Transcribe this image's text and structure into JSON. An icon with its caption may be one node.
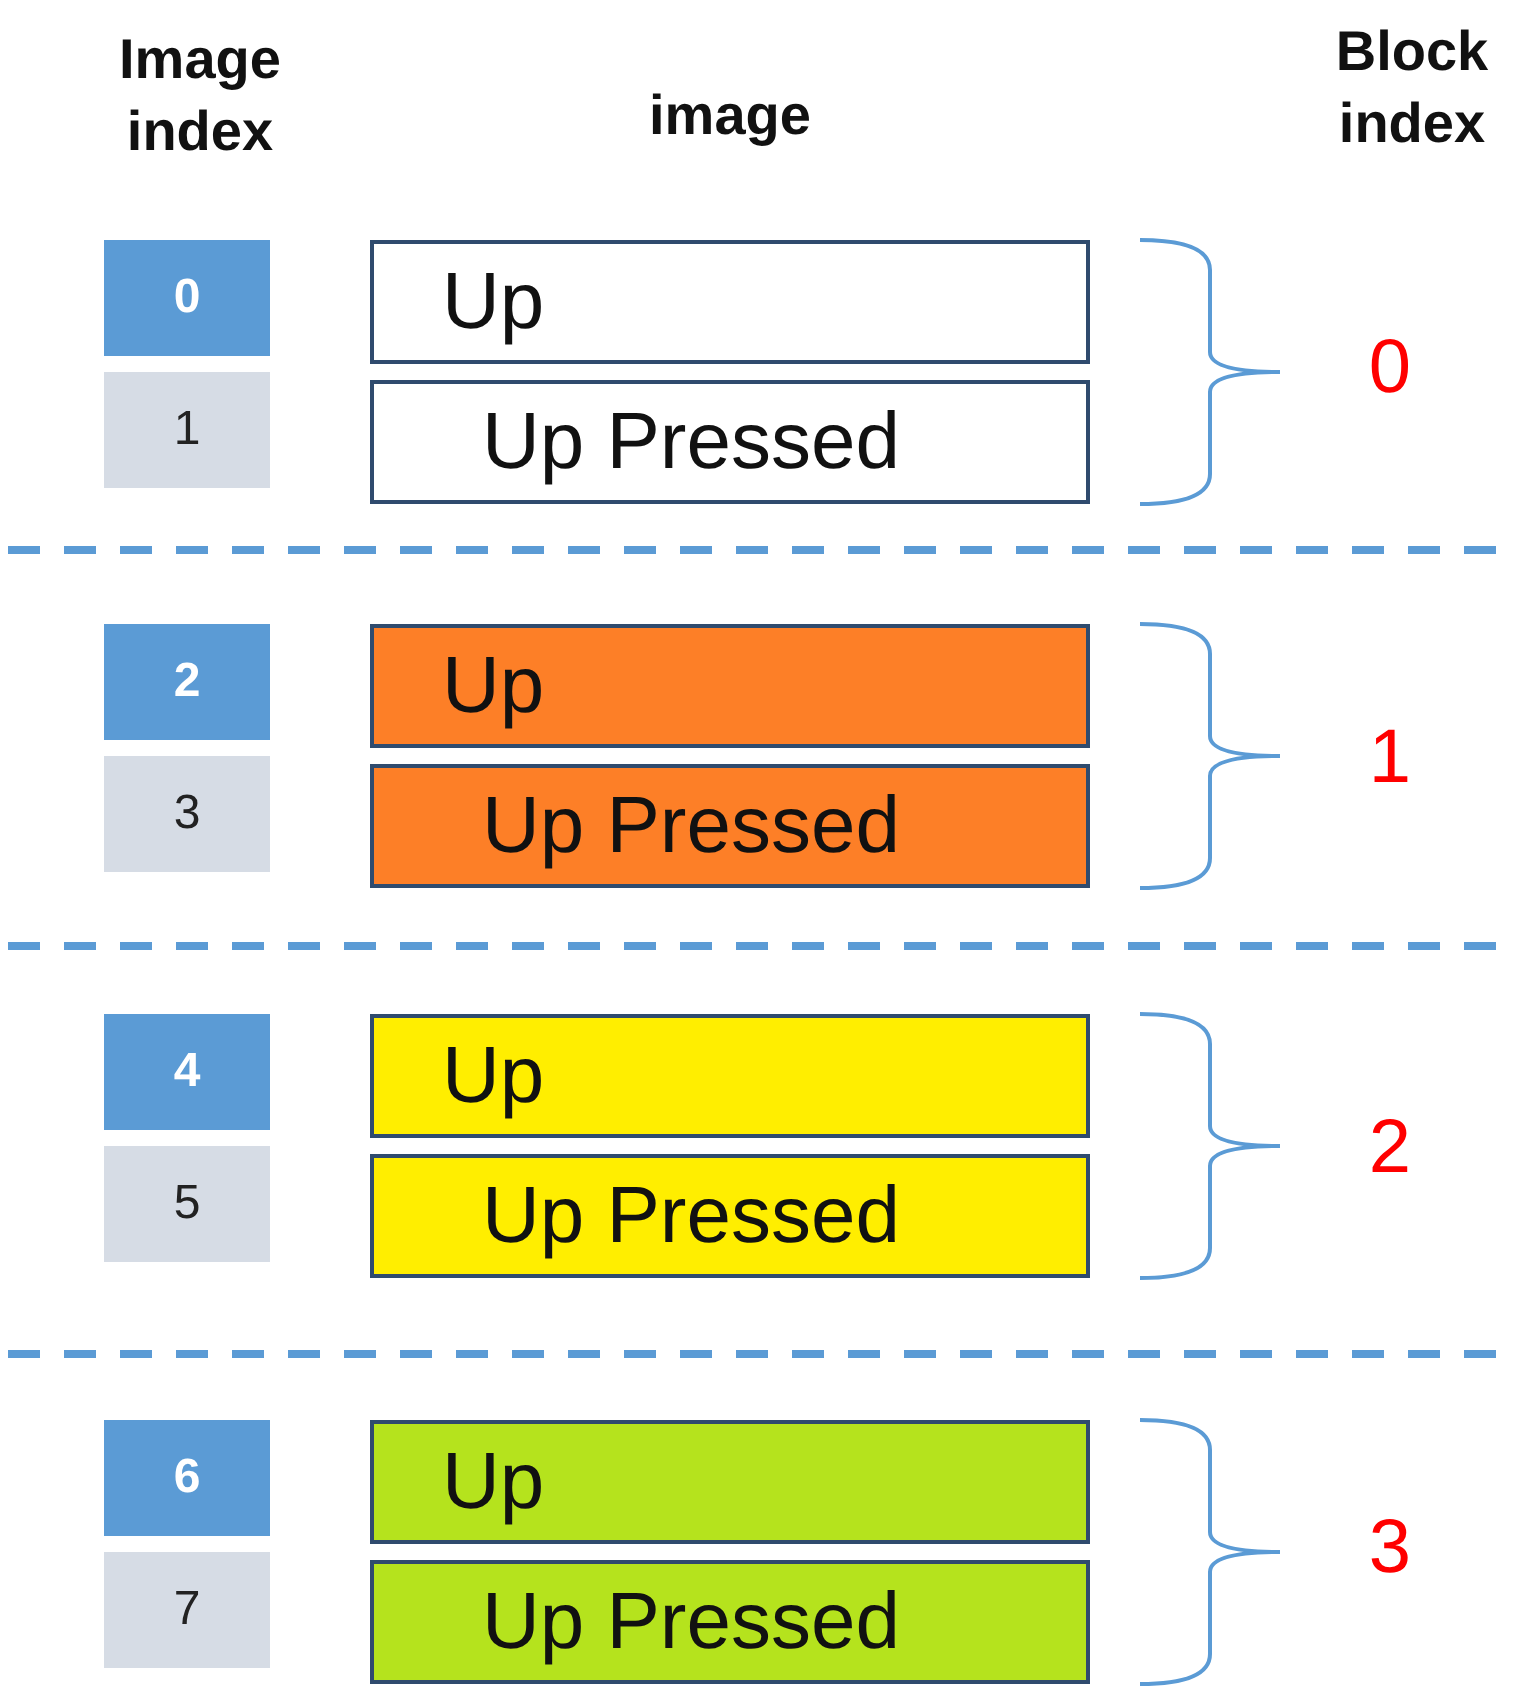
{
  "diagram": {
    "nodes": [
      {
        "text": [
          "0"
        ]
      },
      {
        "text": [
          "Up"
        ]
      },
      {
        "text": [
          "1"
        ]
      },
      {
        "text": [
          "Up Pressed"
        ]
      },
      {
        "text": [
          "2"
        ]
      },
      {
        "text": [
          "Up"
        ]
      },
      {
        "text": [
          "3"
        ]
      },
      {
        "text": [
          "Up Pressed"
        ]
      },
      {
        "text": [
          "4"
        ]
      },
      {
        "text": [
          "Up"
        ]
      },
      {
        "text": [
          "5"
        ]
      },
      {
        "text": [
          "Up Pressed"
        ]
      },
      {
        "text": [
          "6"
        ]
      },
      {
        "text": [
          "Up"
        ]
      },
      {
        "text": [
          "7"
        ]
      },
      {
        "text": [
          "Up Pressed"
        ]
      }
    ],
    "edges": [],
    "labels": [
      "Image index",
      "image",
      "Block index",
      "0",
      "1",
      "2",
      "3"
    ]
  }
}
